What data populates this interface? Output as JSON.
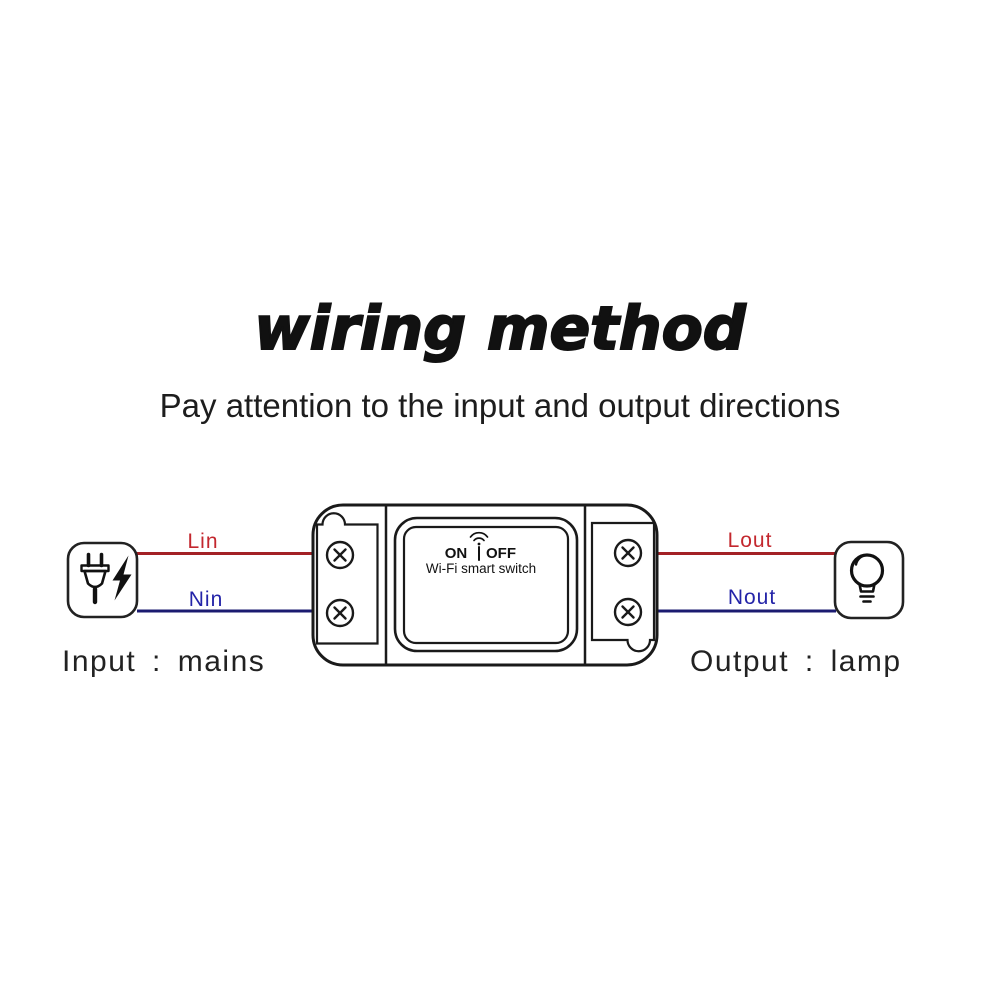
{
  "title": "wiring method",
  "subtitle": "Pay attention to the input and output directions",
  "device": {
    "on_label": "ON",
    "off_label": "OFF",
    "product_label": "Wi-Fi smart switch"
  },
  "terminals": {
    "input_live": "Lin",
    "input_neutral": "Nin",
    "output_live": "Lout",
    "output_neutral": "Nout"
  },
  "captions": {
    "input": "Input : mains",
    "output": "Output : lamp"
  },
  "colors": {
    "live_wire": "#a32126",
    "neutral_wire": "#1b1b70",
    "live_label": "#c3272e",
    "neutral_label": "#2424a8",
    "outline": "#1a1a1a"
  },
  "icons": {
    "input_icon": "power-plug-lightning-icon",
    "output_icon": "light-bulb-icon",
    "device_icon": "wifi-antenna-icon",
    "terminal_icon": "screw-terminal-icon"
  }
}
